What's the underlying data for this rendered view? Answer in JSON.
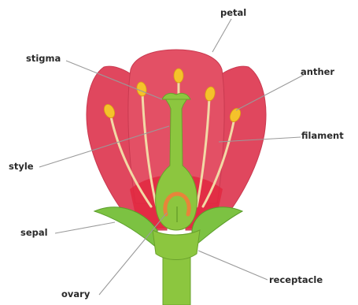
{
  "labels": {
    "petal": "petal",
    "stigma": "stigma",
    "anther": "anther",
    "filament": "filament",
    "style": "style",
    "sepal": "sepal",
    "ovary": "ovary",
    "receptacle": "receptacle"
  },
  "colors": {
    "petal": "#e0475e",
    "petal_outline": "#c93a50",
    "petal_inner": "#e83c50",
    "pistil": "#8cc63f",
    "sepal": "#7cc242",
    "ovule": "#e8843a",
    "anther": "#f5c22b",
    "filament": "#f2d9a6",
    "leader_line": "#9a9a9a"
  }
}
